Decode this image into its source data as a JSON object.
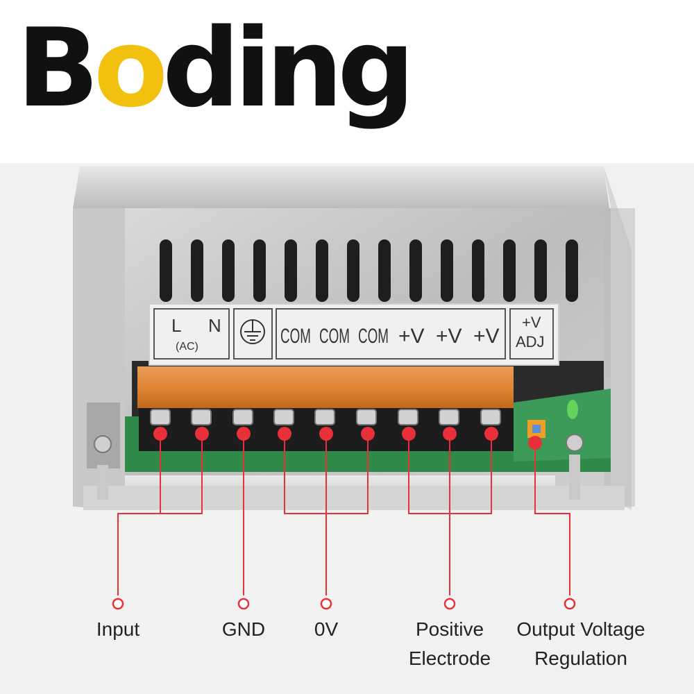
{
  "brand": {
    "name_prefix": "B",
    "name_highlight": "o",
    "name_suffix": "ding",
    "highlight_color": "#f2c10f",
    "text_color": "#111111"
  },
  "product": {
    "label_left_top": "L",
    "label_right_top": "N",
    "label_ac": "(AC)",
    "terminals": [
      "COM",
      "COM",
      "COM",
      "+V",
      "+V",
      "+V"
    ],
    "adj_top": "+V",
    "adj_bottom": "ADJ",
    "ground_symbol": "ground-icon"
  },
  "callouts": {
    "marker_color": "#e8303a",
    "input": {
      "line1": "Input",
      "line2": ""
    },
    "gnd": {
      "line1": "GND",
      "line2": ""
    },
    "zero_v": {
      "line1": "0V",
      "line2": ""
    },
    "positive": {
      "line1": "Positive",
      "line2": "Electrode"
    },
    "regulation": {
      "line1": "Output Voltage",
      "line2": "Regulation"
    }
  }
}
